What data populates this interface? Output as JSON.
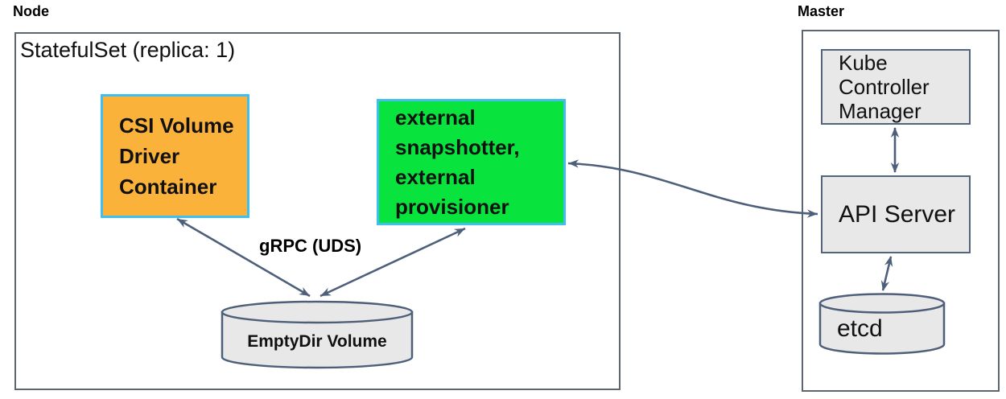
{
  "node": {
    "label": "Node",
    "statefulset_title": "StatefulSet (replica: 1)",
    "csi_container": {
      "lines": [
        "CSI Volume",
        "Driver",
        "Container"
      ],
      "fill": "#FBB23B",
      "border": "#3FBFF0"
    },
    "sidecars": {
      "lines": [
        "external",
        "snapshotter,",
        "external",
        "provisioner"
      ],
      "fill": "#08E33E",
      "border": "#3FBFF0"
    },
    "emptydir_volume": {
      "label": "EmptyDir Volume",
      "fill": "#E8E8E8"
    },
    "grpc_label": "gRPC (UDS)"
  },
  "master": {
    "label": "Master",
    "kube_controller_manager": {
      "lines": [
        "Kube",
        "Controller",
        "Manager"
      ],
      "fill": "#E8E8E8"
    },
    "api_server": {
      "label": "API Server",
      "fill": "#E8E8E8"
    },
    "etcd": {
      "label": "etcd",
      "fill": "#E8E8E8"
    }
  },
  "connections": [
    {
      "from": "csi-volume-driver-container",
      "to": "emptydir-volume",
      "style": "bidirectional-straight",
      "label": "gRPC (UDS)"
    },
    {
      "from": "external-snapshotter-provisioner",
      "to": "emptydir-volume",
      "style": "bidirectional-straight",
      "label": "gRPC (UDS)"
    },
    {
      "from": "external-snapshotter-provisioner",
      "to": "api-server",
      "style": "bidirectional-curved",
      "label": ""
    },
    {
      "from": "kube-controller-manager",
      "to": "api-server",
      "style": "bidirectional-straight",
      "label": ""
    },
    {
      "from": "api-server",
      "to": "etcd",
      "style": "bidirectional-straight",
      "label": ""
    }
  ],
  "colors": {
    "arrow": "#4E5F7A",
    "outer_border": "#5C6670",
    "gray_border": "#54657B",
    "highlight_border": "#3FBFF0",
    "orange_fill": "#FBB23B",
    "green_fill": "#08E33E",
    "gray_fill": "#E8E8E8",
    "text": "#111111"
  }
}
